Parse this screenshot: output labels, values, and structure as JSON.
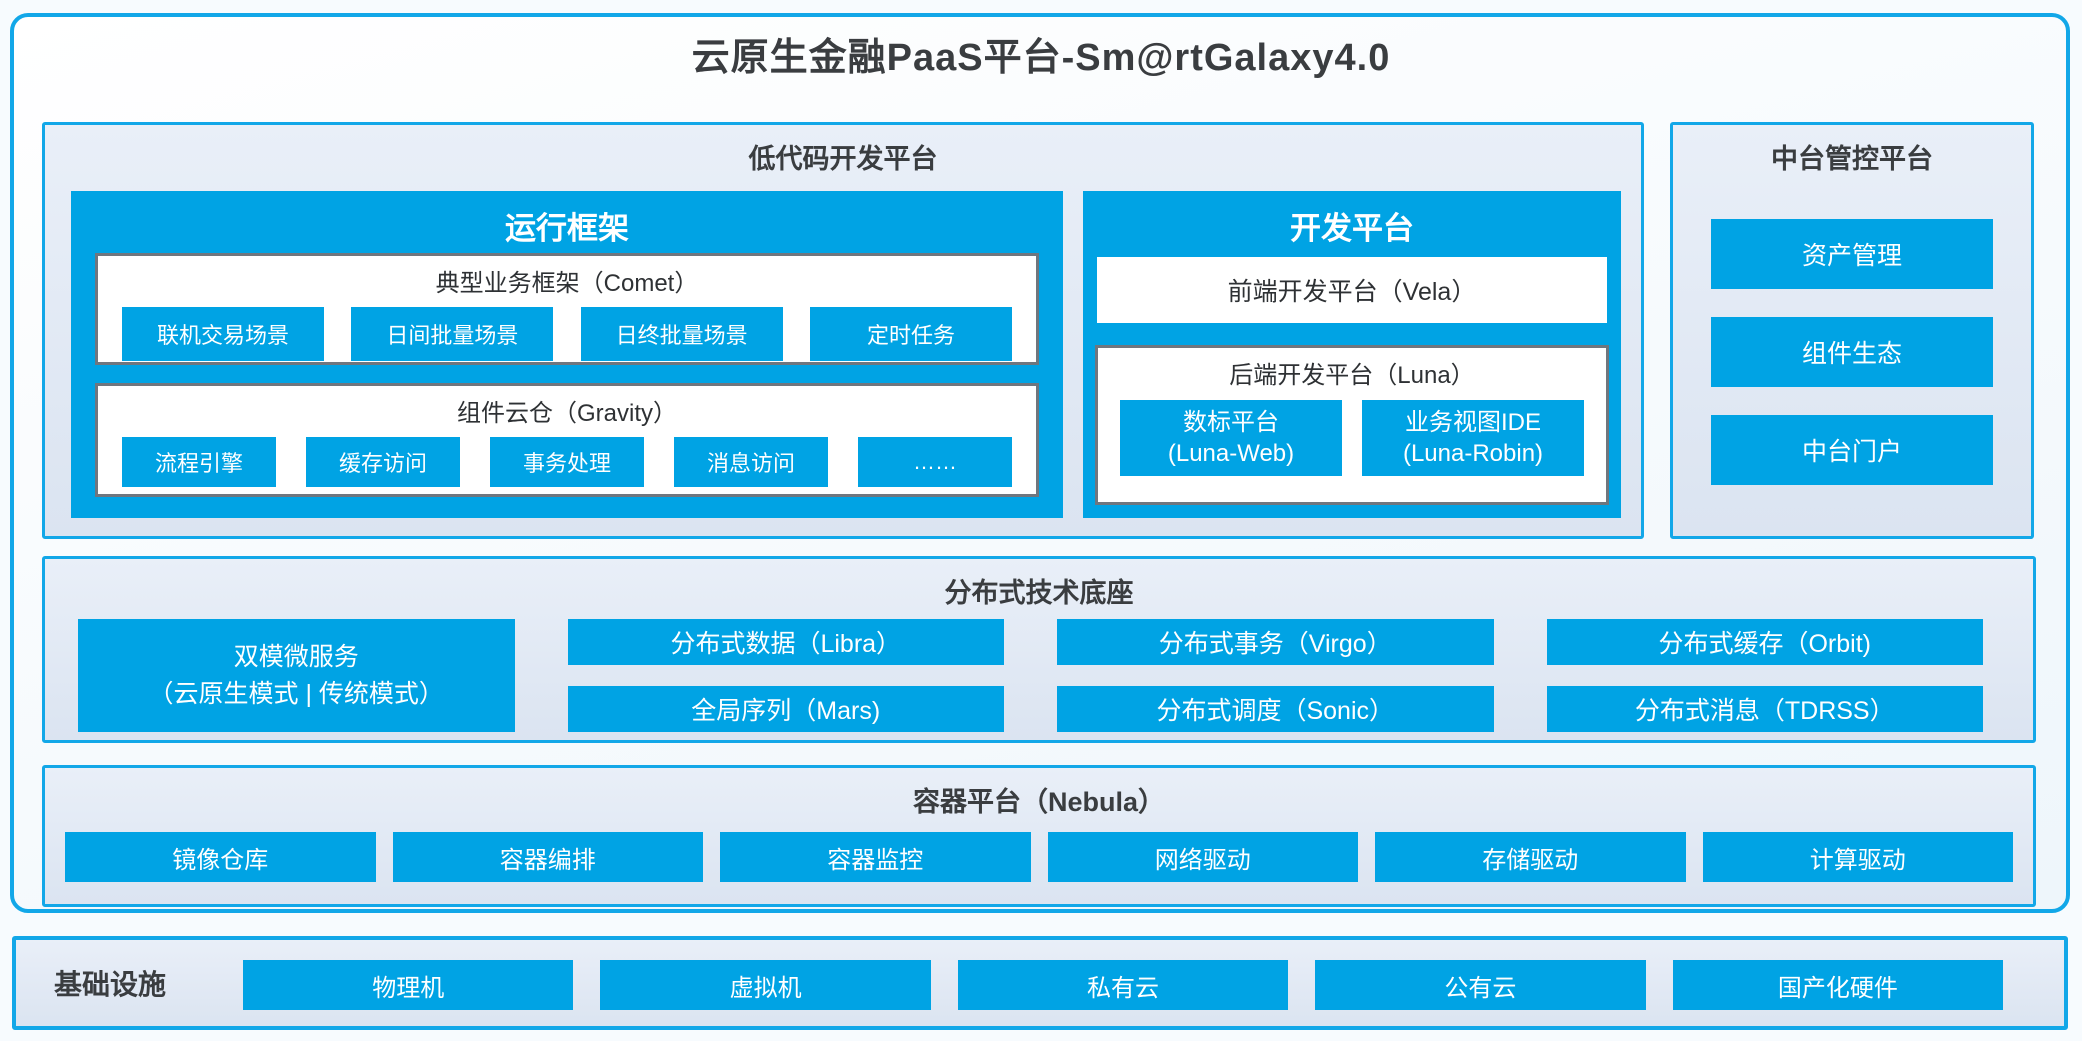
{
  "page": {
    "title": "云原生金融PaaS平台-Sm@rtGalaxy4.0"
  },
  "colors": {
    "accent_blue": "#00a3e4",
    "panel_background": "#dee6f2",
    "gray_box_border": "#6f767e",
    "dark_text": "#3a3d40"
  },
  "low_code": {
    "title": "低代码开发平台",
    "runtime": {
      "title": "运行框架",
      "comet": {
        "title": "典型业务框架（Comet）",
        "items": [
          "联机交易场景",
          "日间批量场景",
          "日终批量场景",
          "定时任务"
        ]
      },
      "gravity": {
        "title": "组件云仓（Gravity）",
        "items": [
          "流程引擎",
          "缓存访问",
          "事务处理",
          "消息访问",
          "……"
        ]
      }
    },
    "dev": {
      "title": "开发平台",
      "vela": "前端开发平台（Vela）",
      "luna": {
        "title": "后端开发平台（Luna）",
        "items": [
          {
            "line1": "数标平台",
            "line2": "(Luna-Web)"
          },
          {
            "line1": "业务视图IDE",
            "line2": "(Luna-Robin)"
          }
        ]
      }
    }
  },
  "mid_platform": {
    "title": "中台管控平台",
    "items": [
      "资产管理",
      "组件生态",
      "中台门户"
    ]
  },
  "distributed": {
    "title": "分布式技术底座",
    "dual_mode": {
      "line1": "双模微服务",
      "line2": "（云原生模式 | 传统模式）"
    },
    "row1": [
      "分布式数据（Libra）",
      "分布式事务（Virgo）",
      "分布式缓存（Orbit)"
    ],
    "row2": [
      "全局序列（Mars)",
      "分布式调度（Sonic）",
      "分布式消息（TDRSS）"
    ]
  },
  "container_platform": {
    "title": "容器平台（Nebula）",
    "items": [
      "镜像仓库",
      "容器编排",
      "容器监控",
      "网络驱动",
      "存储驱动",
      "计算驱动"
    ]
  },
  "infrastructure": {
    "title": "基础设施",
    "items": [
      "物理机",
      "虚拟机",
      "私有云",
      "公有云",
      "国产化硬件"
    ]
  }
}
